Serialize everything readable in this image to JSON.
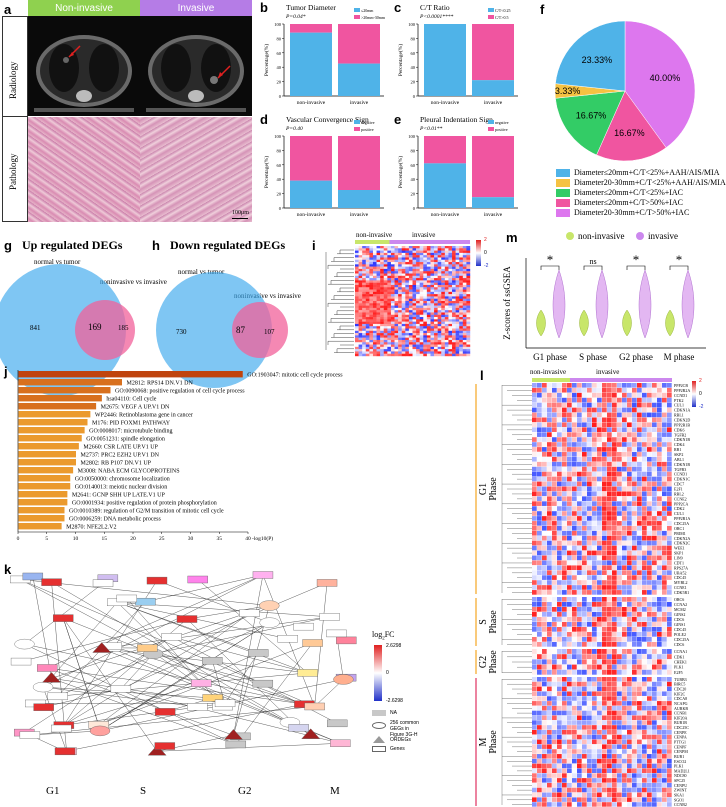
{
  "panel_labels": [
    "a",
    "b",
    "c",
    "d",
    "e",
    "f",
    "g",
    "h",
    "i",
    "j",
    "k",
    "l",
    "m"
  ],
  "panel_a": {
    "col_headers": [
      "Non-invasive",
      "Invasive"
    ],
    "row_labels": [
      "Radiology",
      "Pathology"
    ],
    "header_colors": [
      "#8fd14f",
      "#b57ce6"
    ],
    "scale_bar": "100μm"
  },
  "stacked_panels": [
    {
      "id": "b",
      "title": "Tumor Diameter",
      "p": "P=0.04*",
      "legend": [
        "≤20mm",
        ">20mm-30mm"
      ],
      "ylabel": "Percentage(%)",
      "categories": [
        "non-invasive",
        "invasive"
      ],
      "bottom": [
        88,
        45
      ],
      "yticks": [
        "0",
        "20",
        "40",
        "60",
        "80",
        "100"
      ]
    },
    {
      "id": "c",
      "title": "C/T Ratio",
      "p": "P<0.0001****",
      "legend": [
        "C/T<0.25",
        "C/T>0.5"
      ],
      "ylabel": "Percentage(%)",
      "categories": [
        "non-invasive",
        "invasive"
      ],
      "bottom": [
        100,
        22
      ],
      "yticks": [
        "0",
        "20",
        "40",
        "60",
        "80",
        "100"
      ]
    },
    {
      "id": "d",
      "title": "Vascular Convergence Sign",
      "p": "P=0.40",
      "legend": [
        "negative",
        "positive"
      ],
      "ylabel": "Percentage(%)",
      "categories": [
        "non-invasive",
        "invasive"
      ],
      "bottom": [
        38,
        25
      ],
      "yticks": [
        "0",
        "20",
        "40",
        "60",
        "80",
        "100"
      ]
    },
    {
      "id": "e",
      "title": "Pleural Indentation Sign",
      "p": "P<0.01**",
      "legend": [
        "negative",
        "positive"
      ],
      "ylabel": "Percentage(%)",
      "categories": [
        "non-invasive",
        "invasive"
      ],
      "bottom": [
        62,
        15
      ],
      "yticks": [
        "0",
        "20",
        "40",
        "60",
        "80",
        "100"
      ]
    }
  ],
  "chart_data": [
    {
      "type": "pie",
      "slices": [
        {
          "label": "Diameter≤20mm+C/T<25%+AAH/AIS/MIA",
          "value": 23.33,
          "color": "#4fb3e8"
        },
        {
          "label": "Diameter20-30mm+C/T<25%+AAH/AIS/MIA",
          "value": 3.33,
          "color": "#f5c242"
        },
        {
          "label": "Diameter≤20mm+C/T<25%+IAC",
          "value": 16.67,
          "color": "#33cc66"
        },
        {
          "label": "Diameter≤20mm+C/T>50%+IAC",
          "value": 16.67,
          "color": "#f055a0"
        },
        {
          "label": "Diameter20-30mm+C/T>50%+IAC",
          "value": 40.0,
          "color": "#dd77ee"
        }
      ],
      "slice_labels": [
        "23.33%",
        "3.33%",
        "16.67%",
        "16.67%",
        "40.00%"
      ]
    },
    {
      "type": "bar",
      "orientation": "horizontal",
      "xlabel": "-log10(P)",
      "xlim": [
        0,
        40
      ],
      "xticks": [
        "0",
        "5",
        "10",
        "15",
        "20",
        "25",
        "30",
        "35",
        "40"
      ],
      "categories": [
        "GO:1903047: mitotic cell cycle process",
        "M2812: RPS14 DN.V1 DN",
        "GO:0090068: positive regulation of cell cycle process",
        "hsa04110: Cell cycle",
        "M2675: VEGF A UP.V1 DN",
        "WP2446: Retinoblastoma gene in cancer",
        "M176: PID FOXM1 PATHWAY",
        "GO:0008017: microtubule binding",
        "GO:0051231: spindle elongation",
        "M2660: CSR LATE UP.V1 UP",
        "M2737: PRC2 EZH2 UP.V1 DN",
        "M2802: RB P107 DN.V1 UP",
        "M3008: NABA ECM GLYCOPROTEINS",
        "GO:0050000: chromosome localization",
        "GO:0140013: meiotic nuclear division",
        "M2641: GCNP SHH UP LATE.V1 UP",
        "GO:0001934: positive regulation of protein phosphorylation",
        "GO:0010389: regulation of G2/M transition of mitotic cell cycle",
        "GO:0006259: DNA metabolic process",
        "M2870: NFE2L2.V2"
      ],
      "values": [
        39,
        18,
        16,
        14.5,
        13.5,
        12.5,
        12,
        11.5,
        11,
        10.5,
        10,
        10,
        9.5,
        9,
        9,
        8.5,
        8.5,
        8,
        8,
        7.5
      ]
    },
    {
      "type": "violin",
      "ylabel": "Z-scores of ssGSEA",
      "categories": [
        "G1 phase",
        "S phase",
        "G2 phase",
        "M phase"
      ],
      "series": [
        {
          "name": "non-invasive",
          "color": "#c8e66a"
        },
        {
          "name": "invasive",
          "color": "#cc88ee"
        }
      ],
      "significance": [
        "*",
        "ns",
        "*",
        "*"
      ]
    }
  ],
  "venn_g": {
    "title": "Up regulated DEGs",
    "left": "normal vs tumor",
    "right": "noninvasive vs invasive",
    "left_only": "841",
    "overlap": "169",
    "right_only": "185"
  },
  "venn_h": {
    "title": "Down regulated DEGs",
    "left": "normal vs tumor",
    "right": "noninvasive vs invasive",
    "left_only": "730",
    "overlap": "87",
    "right_only": "107"
  },
  "heatmap_i": {
    "groups": [
      "non-invasive",
      "invasive"
    ],
    "scale": [
      "2",
      "1",
      "0",
      "-1",
      "-2"
    ]
  },
  "heatmap_l": {
    "groups": [
      "non-invasive",
      "invasive"
    ],
    "scale": [
      "2",
      "1",
      "0",
      "-1",
      "-2"
    ],
    "phases": [
      "G1\nPhase",
      "S\nPhase",
      "G2\nPhase",
      "M\nPhase"
    ],
    "g1_genes": [
      "PPP2CB",
      "PPP2R2A",
      "CCND1",
      "PTK2",
      "CUL1",
      "CDKN1A",
      "RBL1",
      "CDKN2D",
      "PPP2R1B",
      "CDK6",
      "TGFB2",
      "CDKN1B",
      "CDK4",
      "RB1",
      "SKP2",
      "ABL1",
      "CDKN1B",
      "TGFB3",
      "CCND1",
      "CDKN1C",
      "CDC7",
      "E2F1",
      "RBL2",
      "CCNE2",
      "PPP2CA",
      "CDK2",
      "CUL1",
      "PPP2R1A",
      "CDC25A",
      "ORC1",
      "PRIM1",
      "CDKN2A",
      "CDKN2C",
      "WEE1",
      "SKP1",
      "LIN9",
      "CDT1",
      "RPS27A",
      "UBA52",
      "CDC45",
      "MYBL2",
      "CCNE1",
      "CDK5R1"
    ],
    "s_genes": [
      "ORC6",
      "CCNA2",
      "MCM2",
      "GINS2",
      "CDC6",
      "GINS1",
      "CDC45",
      "POLE2",
      "CDC25A",
      "CDC6"
    ],
    "g2_genes": [
      "CCNA1",
      "CDK1",
      "CHEK1",
      "PLK1",
      "E2F5"
    ],
    "m_genes": [
      "TUBB3",
      "BIRC5",
      "CDC20",
      "KIF2C",
      "CDCA8",
      "NCAPG",
      "AURKB",
      "CCNB1",
      "KIF20A",
      "BUB1B",
      "CDC25C",
      "CENPE",
      "CENPA",
      "PTTG1",
      "CENPF",
      "CENPM",
      "BUB1",
      "ESCO2",
      "PLK1",
      "MAD2L1",
      "NDC80",
      "SPC25",
      "CENPU",
      "ZWINT",
      "SKA1",
      "SGO1",
      "CCNB2"
    ]
  },
  "network_k": {
    "legend_title": "log2FC",
    "legend_max": "2.6298",
    "legend_zero": "0",
    "legend_min": "-2.6298",
    "legend_items": [
      "NA",
      "256 common GEGs\nin Figure 3G-H",
      "ORDEGs",
      "Genes"
    ],
    "phases": [
      "G1",
      "S",
      "G2",
      "M"
    ]
  }
}
